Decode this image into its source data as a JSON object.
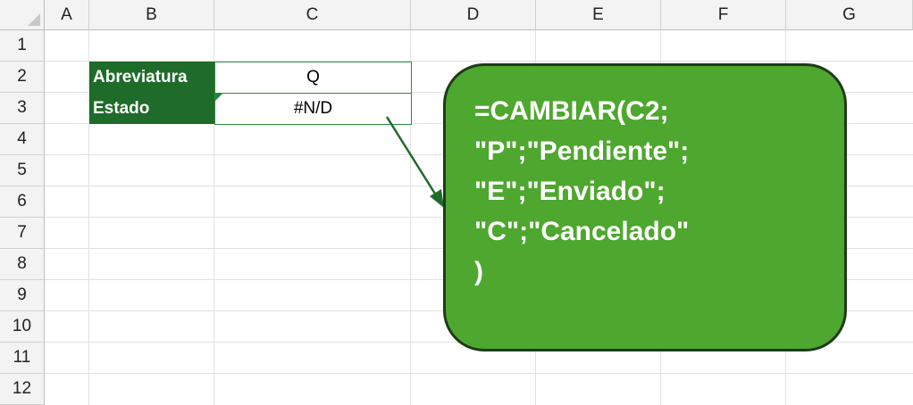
{
  "sheet": {
    "columns": [
      "A",
      "B",
      "C",
      "D",
      "E",
      "F",
      "G"
    ],
    "rows": [
      "1",
      "2",
      "3",
      "4",
      "5",
      "6",
      "7",
      "8",
      "9",
      "10",
      "11",
      "12"
    ]
  },
  "table": {
    "row1_label": "Abreviatura",
    "row1_value": "Q",
    "row2_label": "Estado",
    "row2_value": "#N/D"
  },
  "callout": {
    "lines": [
      "=CAMBIAR(C2;",
      "\"P\";\"Pendiente\";",
      "\"E\";\"Enviado\";",
      "\"C\";\"Cancelado\"",
      ")"
    ]
  },
  "colors": {
    "label_fill": "#1e6b2a",
    "callout_fill": "#4ea72e",
    "arrow": "#1e6b2a"
  }
}
